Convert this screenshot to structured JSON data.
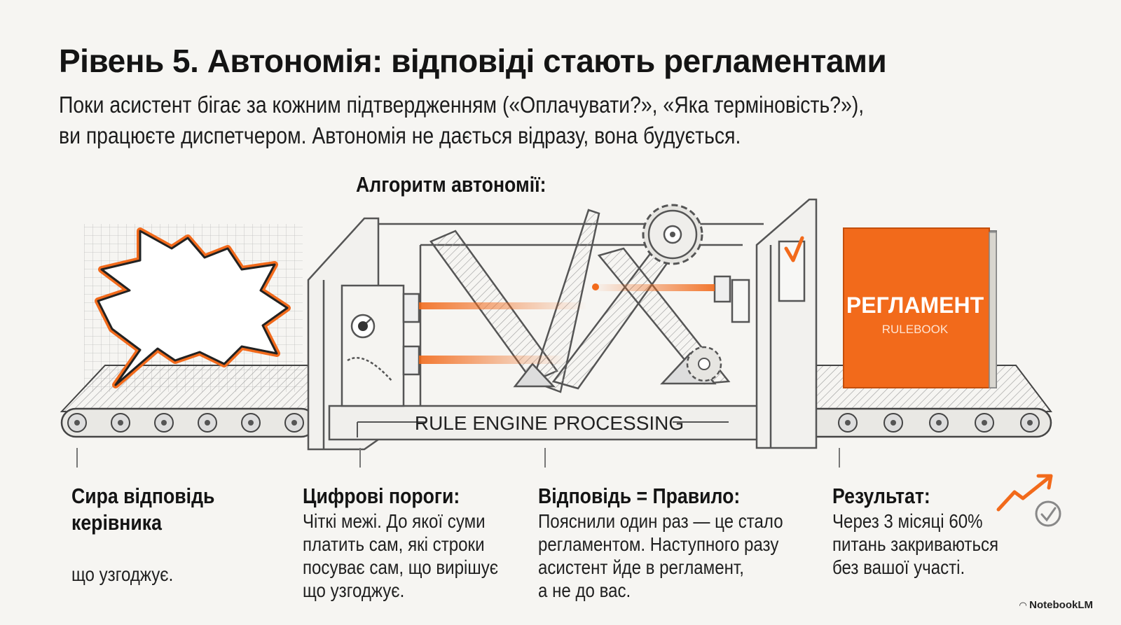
{
  "title": "Рівень 5. Автономія: відповіді стають регламентами",
  "subtitle": {
    "line1": "Поки асистент бігає за кожним підтвердженням («Оплачувати?», «Яка терміновість?»),",
    "line2": "ви працюєте диспетчером. Автономія не дається відразу, вона будується."
  },
  "algorithm_label": "Алгоритм автономії:",
  "machine_label": "RULE ENGINE PROCESSING",
  "book": {
    "title": "РЕГЛАМЕНТ",
    "subtitle": "RULEBOOK"
  },
  "columns": [
    {
      "heading_line1": "Сира відповідь",
      "heading_line2": "керівника",
      "body_lines": [
        "що узгоджує."
      ]
    },
    {
      "heading": "Цифрові пороги:",
      "body_lines": [
        "Чіткі межі. До якої суми",
        "платить сам, які строки",
        "посуває сам, що вирішує",
        "що узгоджує."
      ]
    },
    {
      "heading": "Відповідь = Правило:",
      "body_lines": [
        "Пояснили один раз — це стало",
        "регламентом. Наступного разу",
        "асистент йде в регламент,",
        "а не до вас."
      ]
    },
    {
      "heading": "Результат:",
      "body_lines": [
        "Через 3 місяці 60%",
        "питань закриваються",
        "без вашої участі."
      ]
    }
  ],
  "brand": "NotebookLM",
  "colors": {
    "accent": "#f26a1b",
    "ink": "#141414",
    "background": "#f6f5f2",
    "sketch": "#555555"
  },
  "icons": [
    "speech-burst-icon",
    "gear-icon",
    "checkmark-icon",
    "dial-gauge-icon",
    "trend-arrow-icon",
    "check-circle-icon",
    "notebooklm-logo-icon"
  ]
}
